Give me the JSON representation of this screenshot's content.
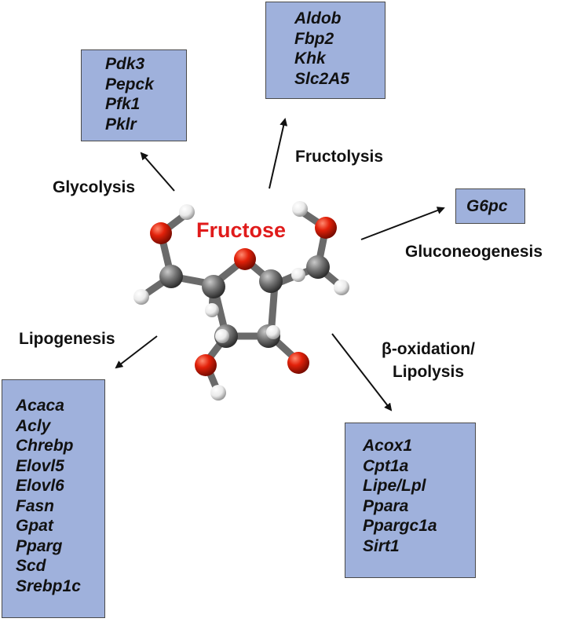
{
  "molecule": {
    "name": "Fructose"
  },
  "pathways": {
    "glycolysis": {
      "label": "Glycolysis",
      "genes": [
        "Pdk3",
        "Pepck",
        "Pfk1",
        "Pklr"
      ]
    },
    "fructolysis": {
      "label": "Fructolysis",
      "genes": [
        "Aldob",
        "Fbp2",
        "Khk",
        "Slc2A5"
      ]
    },
    "gluconeogenesis": {
      "label": "Gluconeogenesis",
      "genes": [
        "G6pc"
      ]
    },
    "lipogenesis": {
      "label": "Lipogenesis",
      "genes": [
        "Acaca",
        "Acly",
        "Chrebp",
        "Elovl5",
        "Elovl6",
        "Fasn",
        "Gpat",
        "Pparg",
        "Scd",
        "Srebp1c"
      ]
    },
    "beta_oxidation": {
      "label_line1": "β-oxidation/",
      "label_line2": "Lipolysis",
      "genes": [
        "Acox1",
        "Cpt1a",
        "Lipe/Lpl",
        "Ppara",
        "Ppargc1a",
        "Sirt1"
      ]
    }
  },
  "colors": {
    "box_fill": "#9fb1dc",
    "title": "#e01b1b",
    "oxygen": "#d81e05",
    "carbon": "#6d6d6d",
    "hydrogen": "#f0f0f0"
  }
}
